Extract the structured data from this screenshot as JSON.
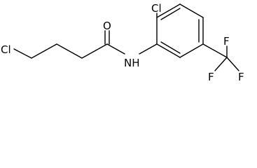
{
  "molecule": {
    "atoms": {
      "cl_chain": "Cl",
      "oxygen": "O",
      "amide_nh": "NH",
      "cl_ring": "Cl",
      "f_top": "F",
      "f_left": "F",
      "f_right": "F"
    }
  },
  "colors": {
    "bond": "#000000",
    "label": "#000000",
    "background": "#ffffff"
  }
}
